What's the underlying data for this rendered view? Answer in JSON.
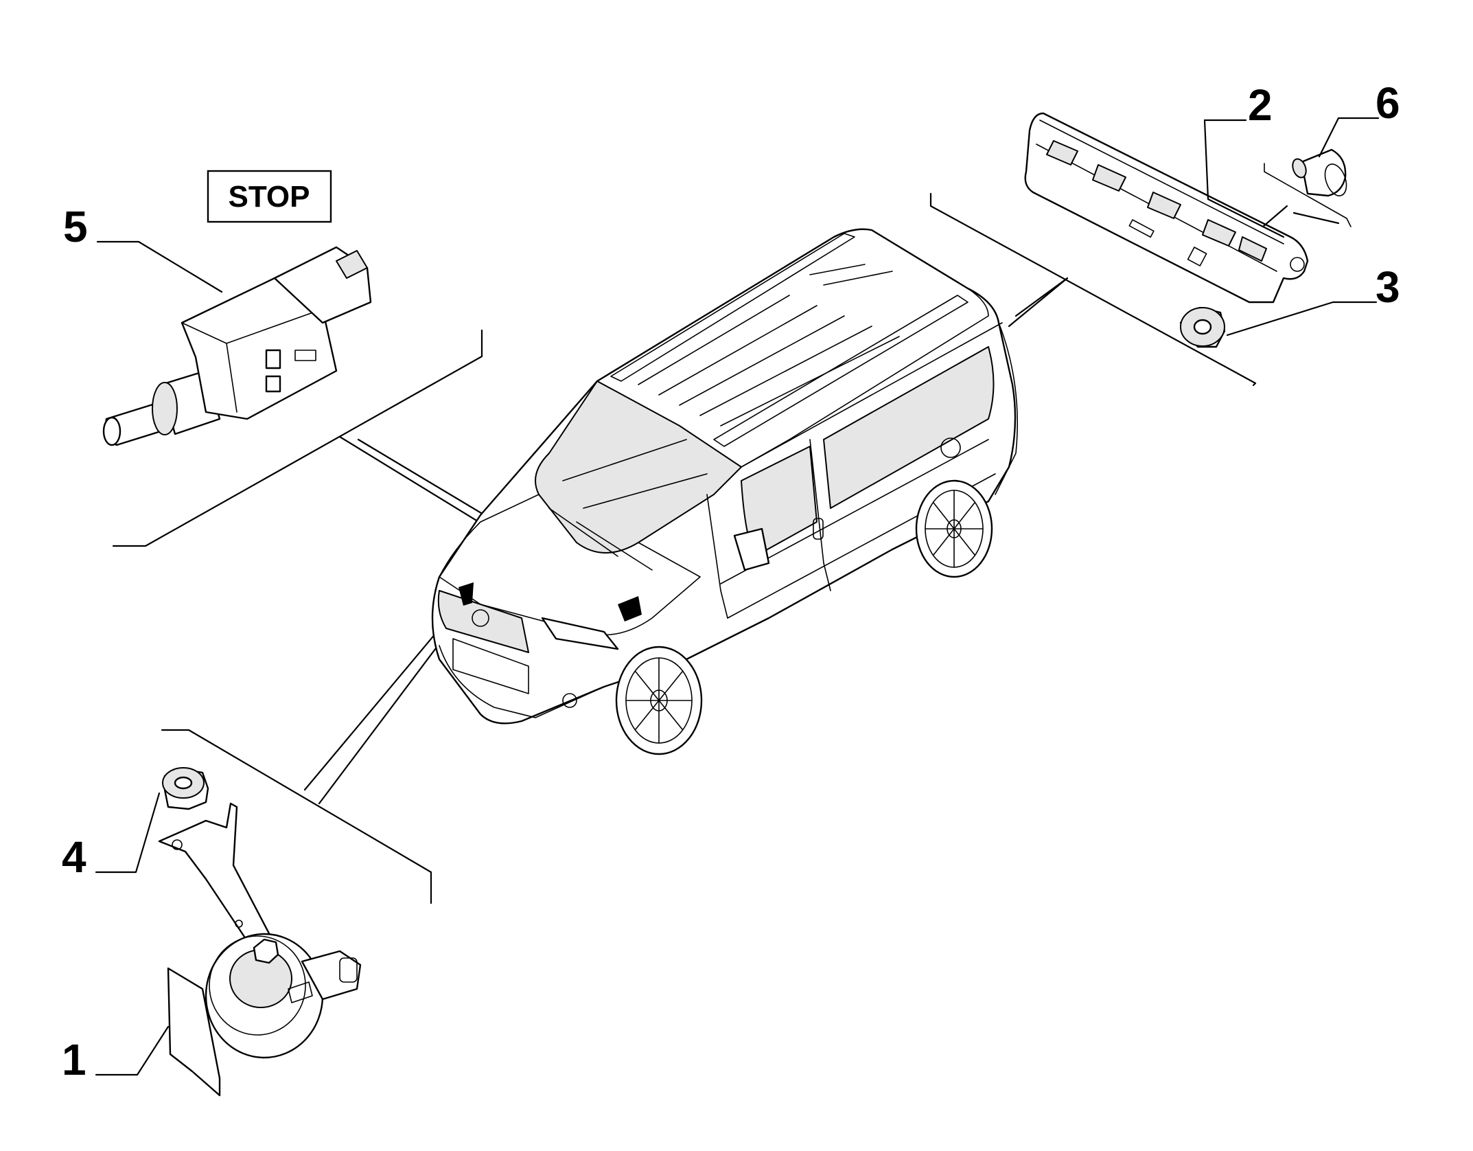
{
  "label_box": {
    "text": "STOP"
  },
  "callouts": [
    {
      "id": "1",
      "text": "1",
      "part": "horn"
    },
    {
      "id": "2",
      "text": "2",
      "part": "third-brake-light"
    },
    {
      "id": "3",
      "text": "3",
      "part": "nut"
    },
    {
      "id": "4",
      "text": "4",
      "part": "nut"
    },
    {
      "id": "5",
      "text": "5",
      "part": "brake-light-switch"
    },
    {
      "id": "6",
      "text": "6",
      "part": "bulb"
    }
  ],
  "colors": {
    "line": "#000000",
    "background": "#ffffff"
  }
}
